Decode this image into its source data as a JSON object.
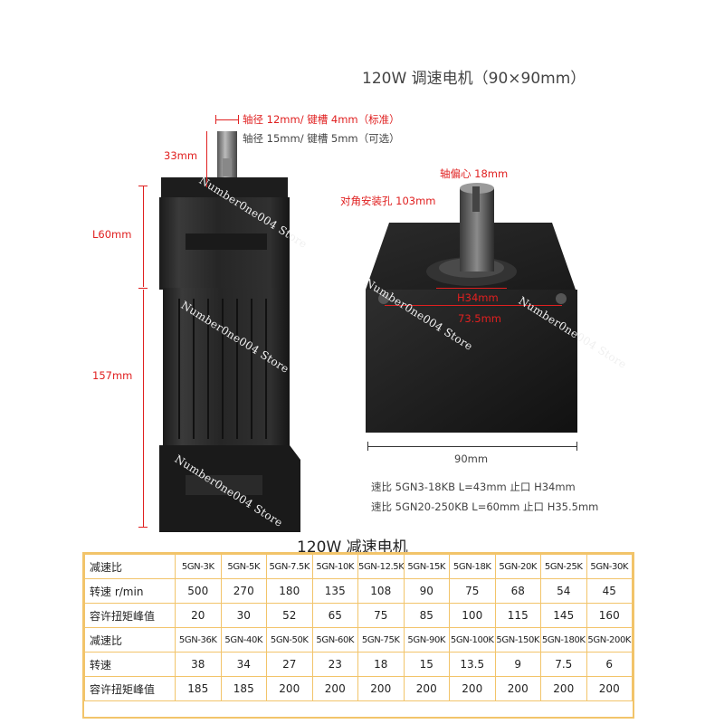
{
  "header": {
    "title": "120W 调速电机（90×90mm）"
  },
  "left_motor": {
    "shaft_spec_1": "轴径 12mm/ 键槽 4mm（标准）",
    "shaft_spec_2": "轴径 15mm/ 键槽 5mm（可选）",
    "shaft_length": "33mm",
    "gear_length": "L60mm",
    "body_length": "157mm"
  },
  "right_motor": {
    "shaft_offset": "轴偏心 18mm",
    "diagonal_hole": "对角安装孔 103mm",
    "spigot": "H34mm",
    "hole_spacing": "73.5mm",
    "width": "90mm",
    "ratio_note_1": "速比 5GN3-18KB   L=43mm 止口 H34mm",
    "ratio_note_2": "速比 5GN20-250KB L=60mm 止口 H35.5mm"
  },
  "watermark": {
    "text": "Number0ne004 Store"
  },
  "table": {
    "title": "120W 减速电机",
    "rows": [
      {
        "label": "减速比",
        "cells": [
          "5GN-3K",
          "5GN-5K",
          "5GN-7.5K",
          "5GN-10K",
          "5GN-12.5K",
          "5GN-15K",
          "5GN-18K",
          "5GN-20K",
          "5GN-25K",
          "5GN-30K"
        ]
      },
      {
        "label": "转速 r/min",
        "cells": [
          "500",
          "270",
          "180",
          "135",
          "108",
          "90",
          "75",
          "68",
          "54",
          "45"
        ]
      },
      {
        "label": "容许扭矩峰值",
        "cells": [
          "20",
          "30",
          "52",
          "65",
          "75",
          "85",
          "100",
          "115",
          "145",
          "160"
        ]
      },
      {
        "label": "减速比",
        "cells": [
          "5GN-36K",
          "5GN-40K",
          "5GN-50K",
          "5GN-60K",
          "5GN-75K",
          "5GN-90K",
          "5GN-100K",
          "5GN-150K",
          "5GN-180K",
          "5GN-200K"
        ]
      },
      {
        "label": "转速",
        "cells": [
          "38",
          "34",
          "27",
          "23",
          "18",
          "15",
          "13.5",
          "9",
          "7.5",
          "6"
        ]
      },
      {
        "label": "容许扭矩峰值",
        "cells": [
          "185",
          "185",
          "200",
          "200",
          "200",
          "200",
          "200",
          "200",
          "200",
          "200"
        ]
      }
    ]
  }
}
